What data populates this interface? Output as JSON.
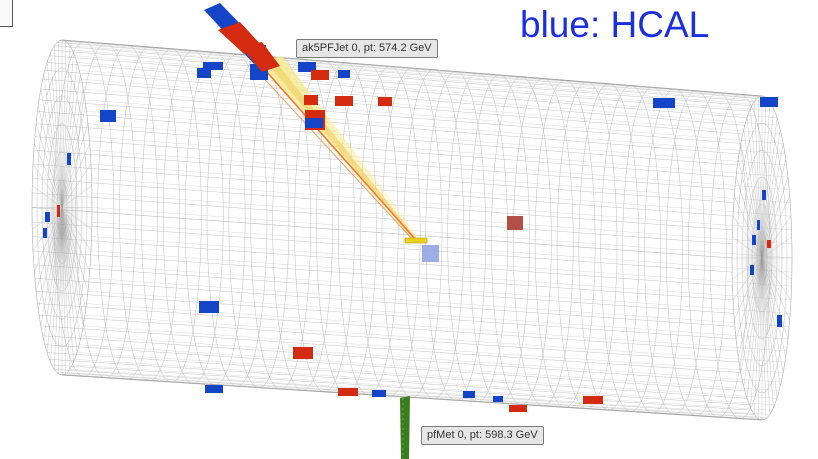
{
  "legend": {
    "text": "blue: HCAL",
    "color": "#1a2fe0"
  },
  "labels": {
    "jet": "ak5PFJet 0, pt: 574.2 GeV",
    "met": "pfMet 0, pt: 598.3 GeV"
  },
  "colors": {
    "hcal": "#1444c8",
    "ecal": "#d42a10",
    "grid": "#bdbdbd",
    "jet_cone": "#f0e27a",
    "jet_line": "#f07a2a",
    "met_arrow": "#3a7d1f",
    "vertex": "#e8d21a"
  }
}
